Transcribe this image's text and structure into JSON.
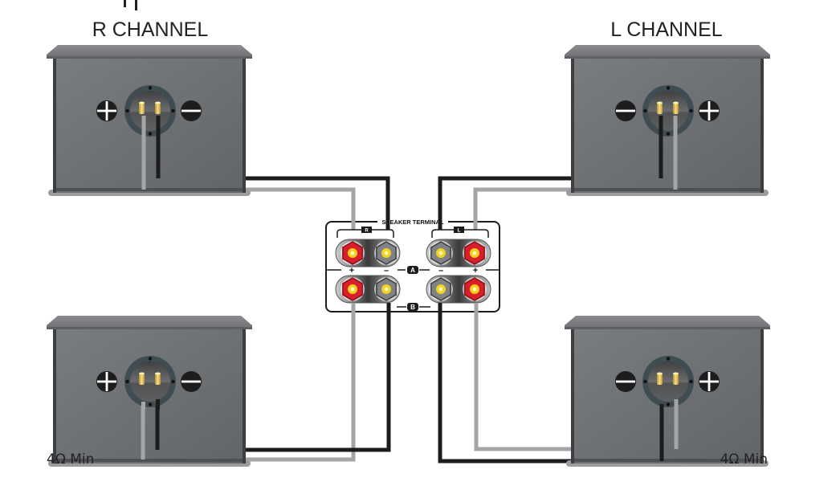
{
  "diagram": {
    "channels": {
      "right": "R CHANNEL",
      "left": "L CHANNEL"
    },
    "impedance_label": "4Ω Min",
    "terminal_panel": {
      "title": "SPEAKER TERMINAL",
      "group_r": "R",
      "group_l": "L",
      "row_a": "A",
      "row_b": "B",
      "plus": "+",
      "minus": "–"
    },
    "colors": {
      "speaker_body": "#6f7275",
      "speaker_top": "#7d8083",
      "speaker_base": "#9a9c9e",
      "ring": "#3e4c52",
      "cable_dark": "#1c1c1c",
      "cable_light": "#a3a5a7",
      "post_red": "#d91f2b",
      "post_grey": "#7d7f82",
      "post_center": "#f2d21a"
    }
  }
}
